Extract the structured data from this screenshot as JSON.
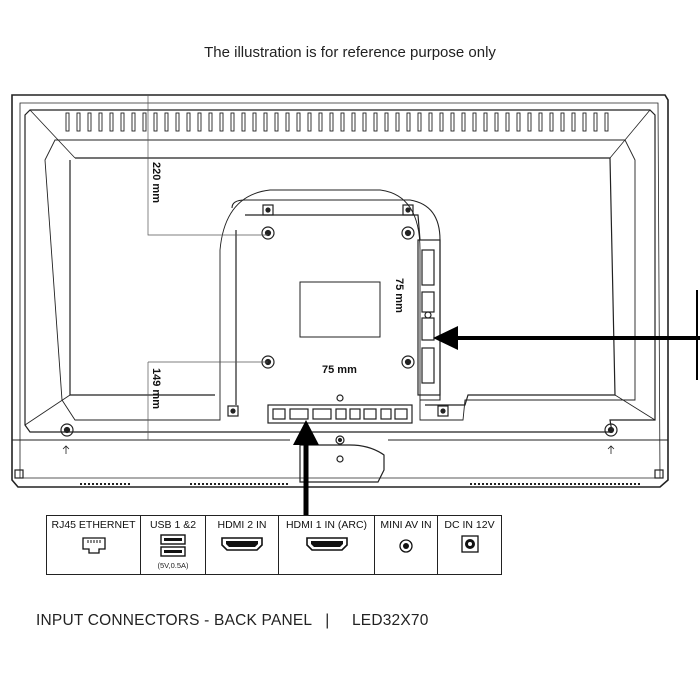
{
  "header": {
    "note": "The illustration is for reference purpose only"
  },
  "dimensions": {
    "top_offset": "220 mm",
    "bottom_offset": "149 mm",
    "vesa_vertical": "75 mm",
    "vesa_horizontal": "75 mm"
  },
  "connectors": [
    {
      "label": "RJ45 ETHERNET",
      "icon": "ethernet-port-icon",
      "sub": ""
    },
    {
      "label": "USB 1 &2",
      "icon": "usb-port-icon",
      "sub": "(5V,0.5A)"
    },
    {
      "label": "HDMI 2 IN",
      "icon": "hdmi-port-icon",
      "sub": ""
    },
    {
      "label": "HDMI 1 IN (ARC)",
      "icon": "hdmi-port-icon",
      "sub": ""
    },
    {
      "label": "MINI AV IN",
      "icon": "mini-av-jack-icon",
      "sub": ""
    },
    {
      "label": "DC IN 12V",
      "icon": "dc-jack-icon",
      "sub": ""
    }
  ],
  "footer": {
    "title": "INPUT CONNECTORS - BACK PANEL",
    "separator": "|",
    "model": "LED32X70"
  }
}
